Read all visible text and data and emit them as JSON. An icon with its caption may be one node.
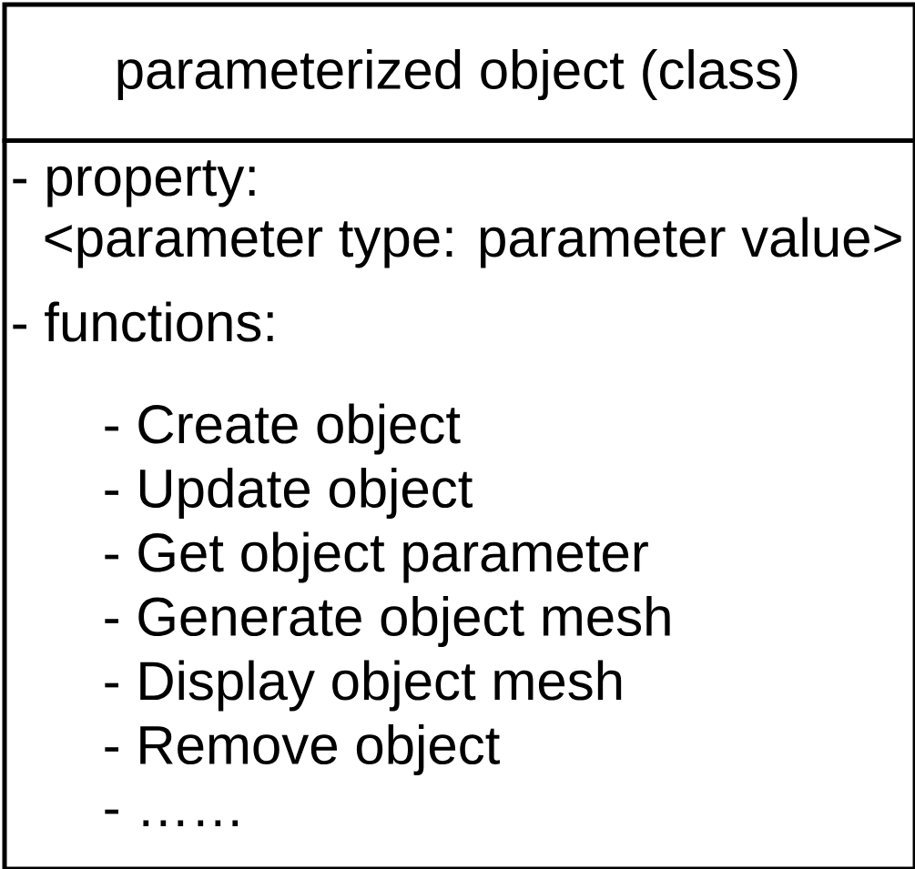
{
  "diagram": {
    "nodes": [
      {
        "text": [
          "parameterized object (class)"
        ]
      },
      {
        "text": [
          "- property:",
          "<parameter type: parameter value>",
          "- functions:",
          "- Create object",
          "- Update object",
          "- Get object parameter",
          "- Generate object mesh",
          "- Display object mesh",
          "- Remove object",
          "- ……"
        ]
      }
    ]
  }
}
